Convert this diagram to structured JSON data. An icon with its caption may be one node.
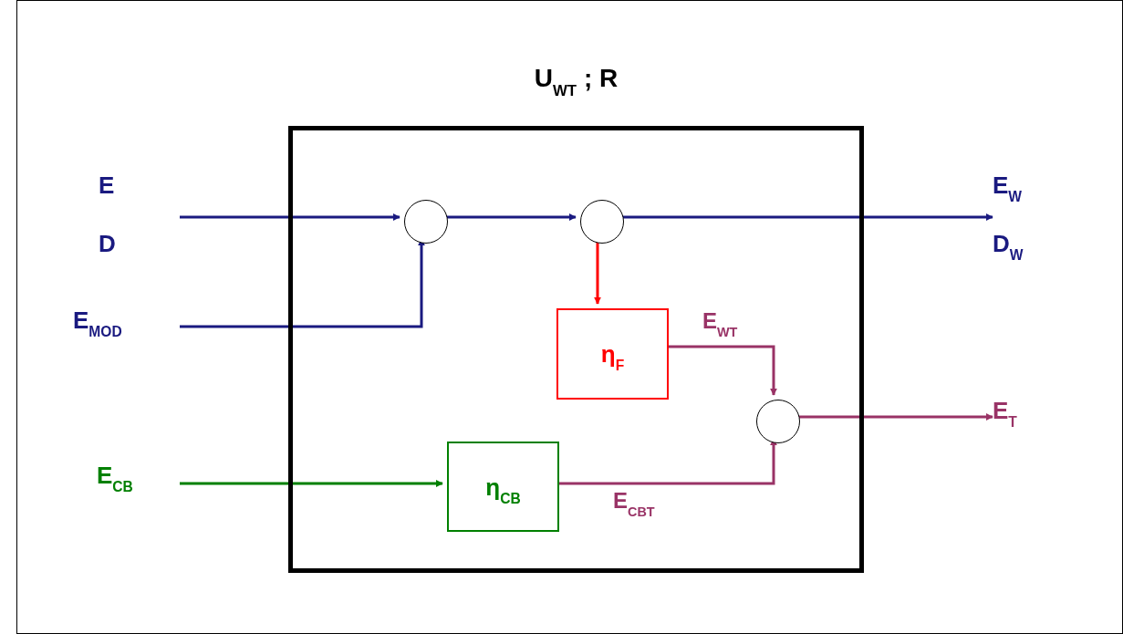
{
  "diagram": {
    "nodes": [
      {
        "text": [
          "U$_{WT}$ ; R"
        ]
      },
      {
        "text": [
          "E",
          "D"
        ]
      },
      {
        "text": [
          "E$_{MOD}$"
        ]
      },
      {
        "text": [
          "E$_{CB}$"
        ]
      },
      {
        "text": [],
        "shape": "circle",
        "in": 0
      },
      {
        "text": [],
        "shape": "circle",
        "in": 0
      },
      {
        "text": [
          "η$_{F}$"
        ],
        "in": 0
      },
      {
        "text": [],
        "shape": "circle",
        "in": 0
      },
      {
        "text": [
          "η$_{CB}$"
        ],
        "in": 0
      },
      {
        "text": [
          "E$_{W}$",
          "D$_{W}$"
        ]
      },
      {
        "text": [
          "E$_{T}$"
        ]
      }
    ],
    "edges": [
      {
        "from": 1,
        "to": 4,
        "arrow": "to",
        "color": "#1a1a80"
      },
      {
        "from": 2,
        "to": 4,
        "arrow": "to",
        "color": "#1a1a80"
      },
      {
        "from": 4,
        "to": 5,
        "arrow": "to",
        "color": "#1a1a80"
      },
      {
        "from": 5,
        "to": 9,
        "arrow": "to",
        "color": "#1a1a80"
      },
      {
        "from": 5,
        "to": 6,
        "arrow": "to",
        "color": "#ff0000"
      },
      {
        "from": 6,
        "to": 7,
        "arrow": "to",
        "label": "E$_{WT}$",
        "color": "#993366"
      },
      {
        "from": 3,
        "to": 8,
        "arrow": "to",
        "color": "#008000"
      },
      {
        "from": 8,
        "to": 7,
        "arrow": "to",
        "label": "E$_{CBT}$",
        "color": "#993366"
      },
      {
        "from": 7,
        "to": 10,
        "arrow": "to",
        "color": "#993366"
      }
    ]
  }
}
